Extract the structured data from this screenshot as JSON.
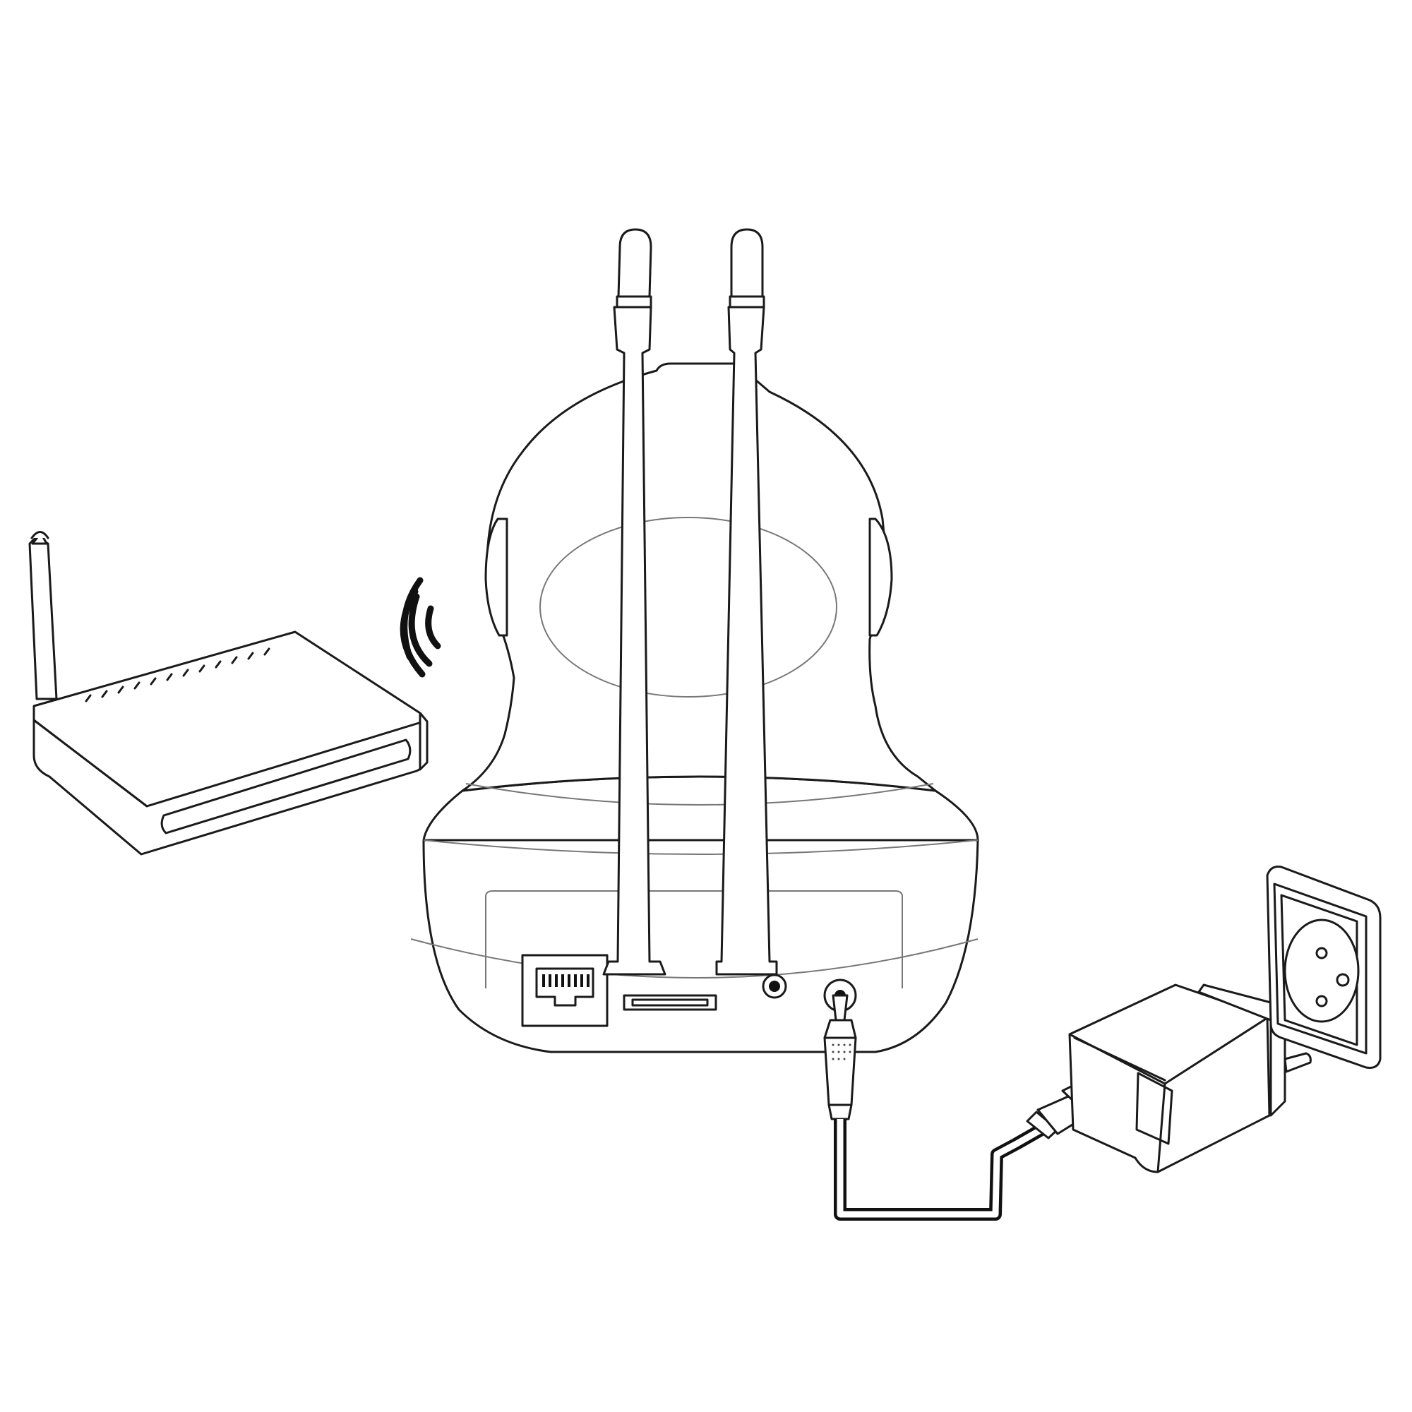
{
  "diagram": {
    "description_labels": [],
    "colors": {
      "stroke": "#1a1a1a",
      "background": "#ffffff",
      "signal": "#111111"
    },
    "components": [
      {
        "name": "wifi-router",
        "icon": "router-icon"
      },
      {
        "name": "wifi-signal",
        "icon": "wifi-waves-icon"
      },
      {
        "name": "ip-camera",
        "icon": "ptz-camera-icon"
      },
      {
        "name": "power-cable",
        "icon": "dc-cable-icon"
      },
      {
        "name": "power-adapter",
        "icon": "usb-charger-icon"
      },
      {
        "name": "wall-socket",
        "icon": "power-outlet-icon"
      }
    ]
  }
}
